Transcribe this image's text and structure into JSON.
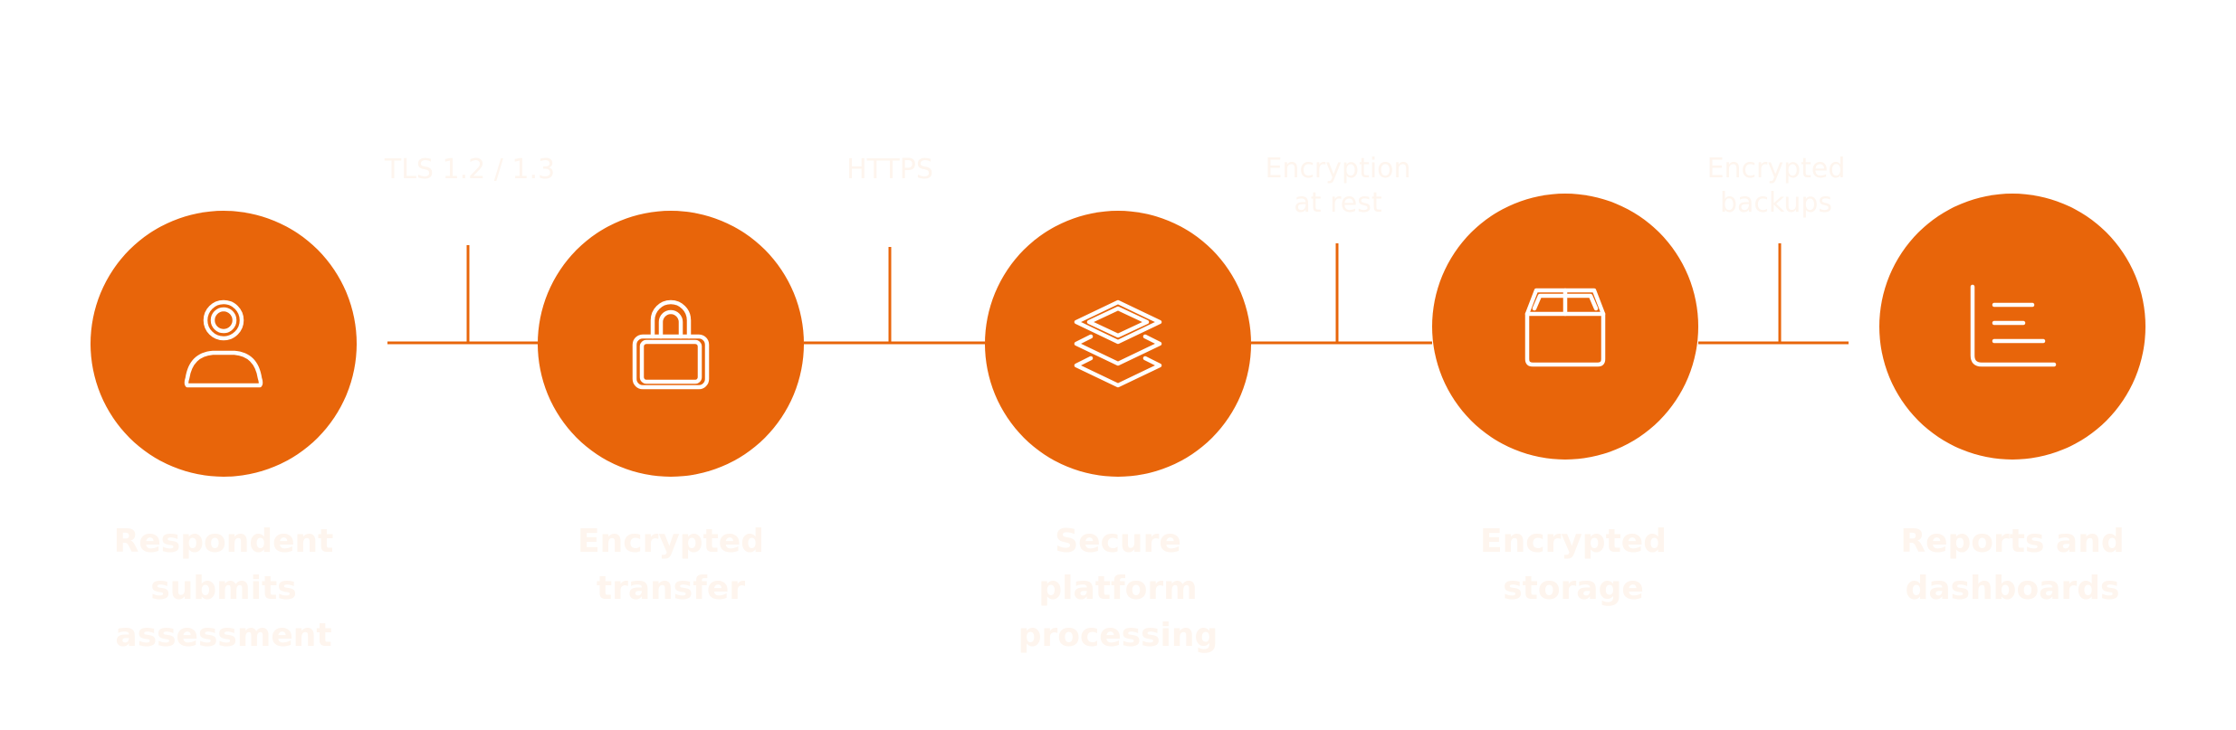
{
  "colors": {
    "accent": "#E8650A",
    "icon_stroke": "#FFFFFF",
    "label_text": "#FEF5EE",
    "connector_text": "#FEF5EE",
    "background": "#FFFFFF"
  },
  "steps": [
    {
      "icon": "person-icon",
      "label": [
        "Respondent",
        "submits",
        "assessment"
      ]
    },
    {
      "icon": "lock-icon",
      "label": [
        "Encrypted",
        "transfer"
      ]
    },
    {
      "icon": "layers-icon",
      "label": [
        "Secure",
        "platform",
        "processing"
      ]
    },
    {
      "icon": "box-icon",
      "label": [
        "Encrypted",
        "storage"
      ]
    },
    {
      "icon": "bar-chart-icon",
      "label": [
        "Reports and",
        "dashboards"
      ]
    }
  ],
  "connectors": [
    {
      "label": [
        "TLS 1.2 / 1.3"
      ]
    },
    {
      "label": [
        "HTTPS"
      ]
    },
    {
      "label": [
        "Encryption",
        "at rest"
      ]
    },
    {
      "label": [
        "Encrypted",
        "backups"
      ]
    }
  ]
}
